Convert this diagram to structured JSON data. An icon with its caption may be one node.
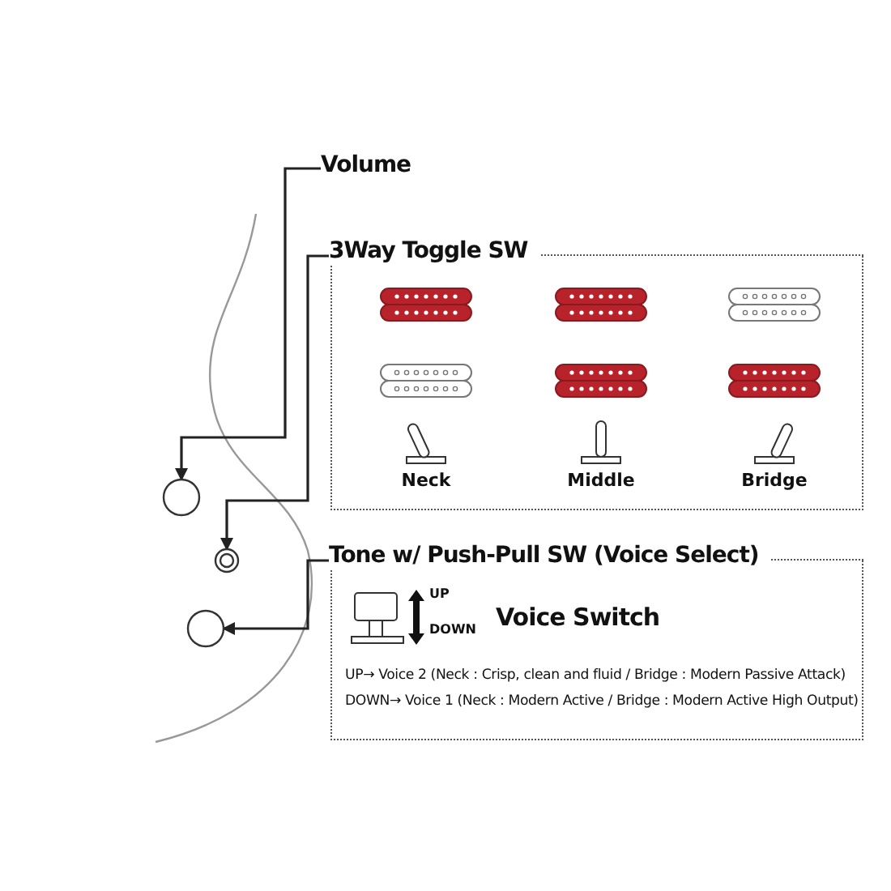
{
  "diagram": {
    "nodes": [
      {
        "text": [
          "Volume"
        ]
      },
      {
        "text": [
          "3Way Toggle SW",
          "Neck",
          "Middle",
          "Bridge"
        ]
      },
      {
        "text": [
          "Tone w/ Push-Pull SW (Voice Select)",
          "UP",
          "DOWN",
          "Voice Switch",
          "UP→ Voice 2 (Neck : Crisp, clean and fluid / Bridge : Modern Passive Attack)",
          "DOWN→ Voice 1 (Neck : Modern Active / Bridge : Modern Active High Output)"
        ]
      },
      {
        "text": [],
        "shape": "circle"
      },
      {
        "text": [],
        "shape": "circle"
      },
      {
        "text": [],
        "shape": "circle"
      }
    ],
    "edges": [
      {
        "from": 0,
        "to": 3,
        "arrow": "to"
      },
      {
        "from": 1,
        "to": 4,
        "arrow": "to"
      },
      {
        "from": 2,
        "to": 5,
        "arrow": "to"
      }
    ]
  }
}
